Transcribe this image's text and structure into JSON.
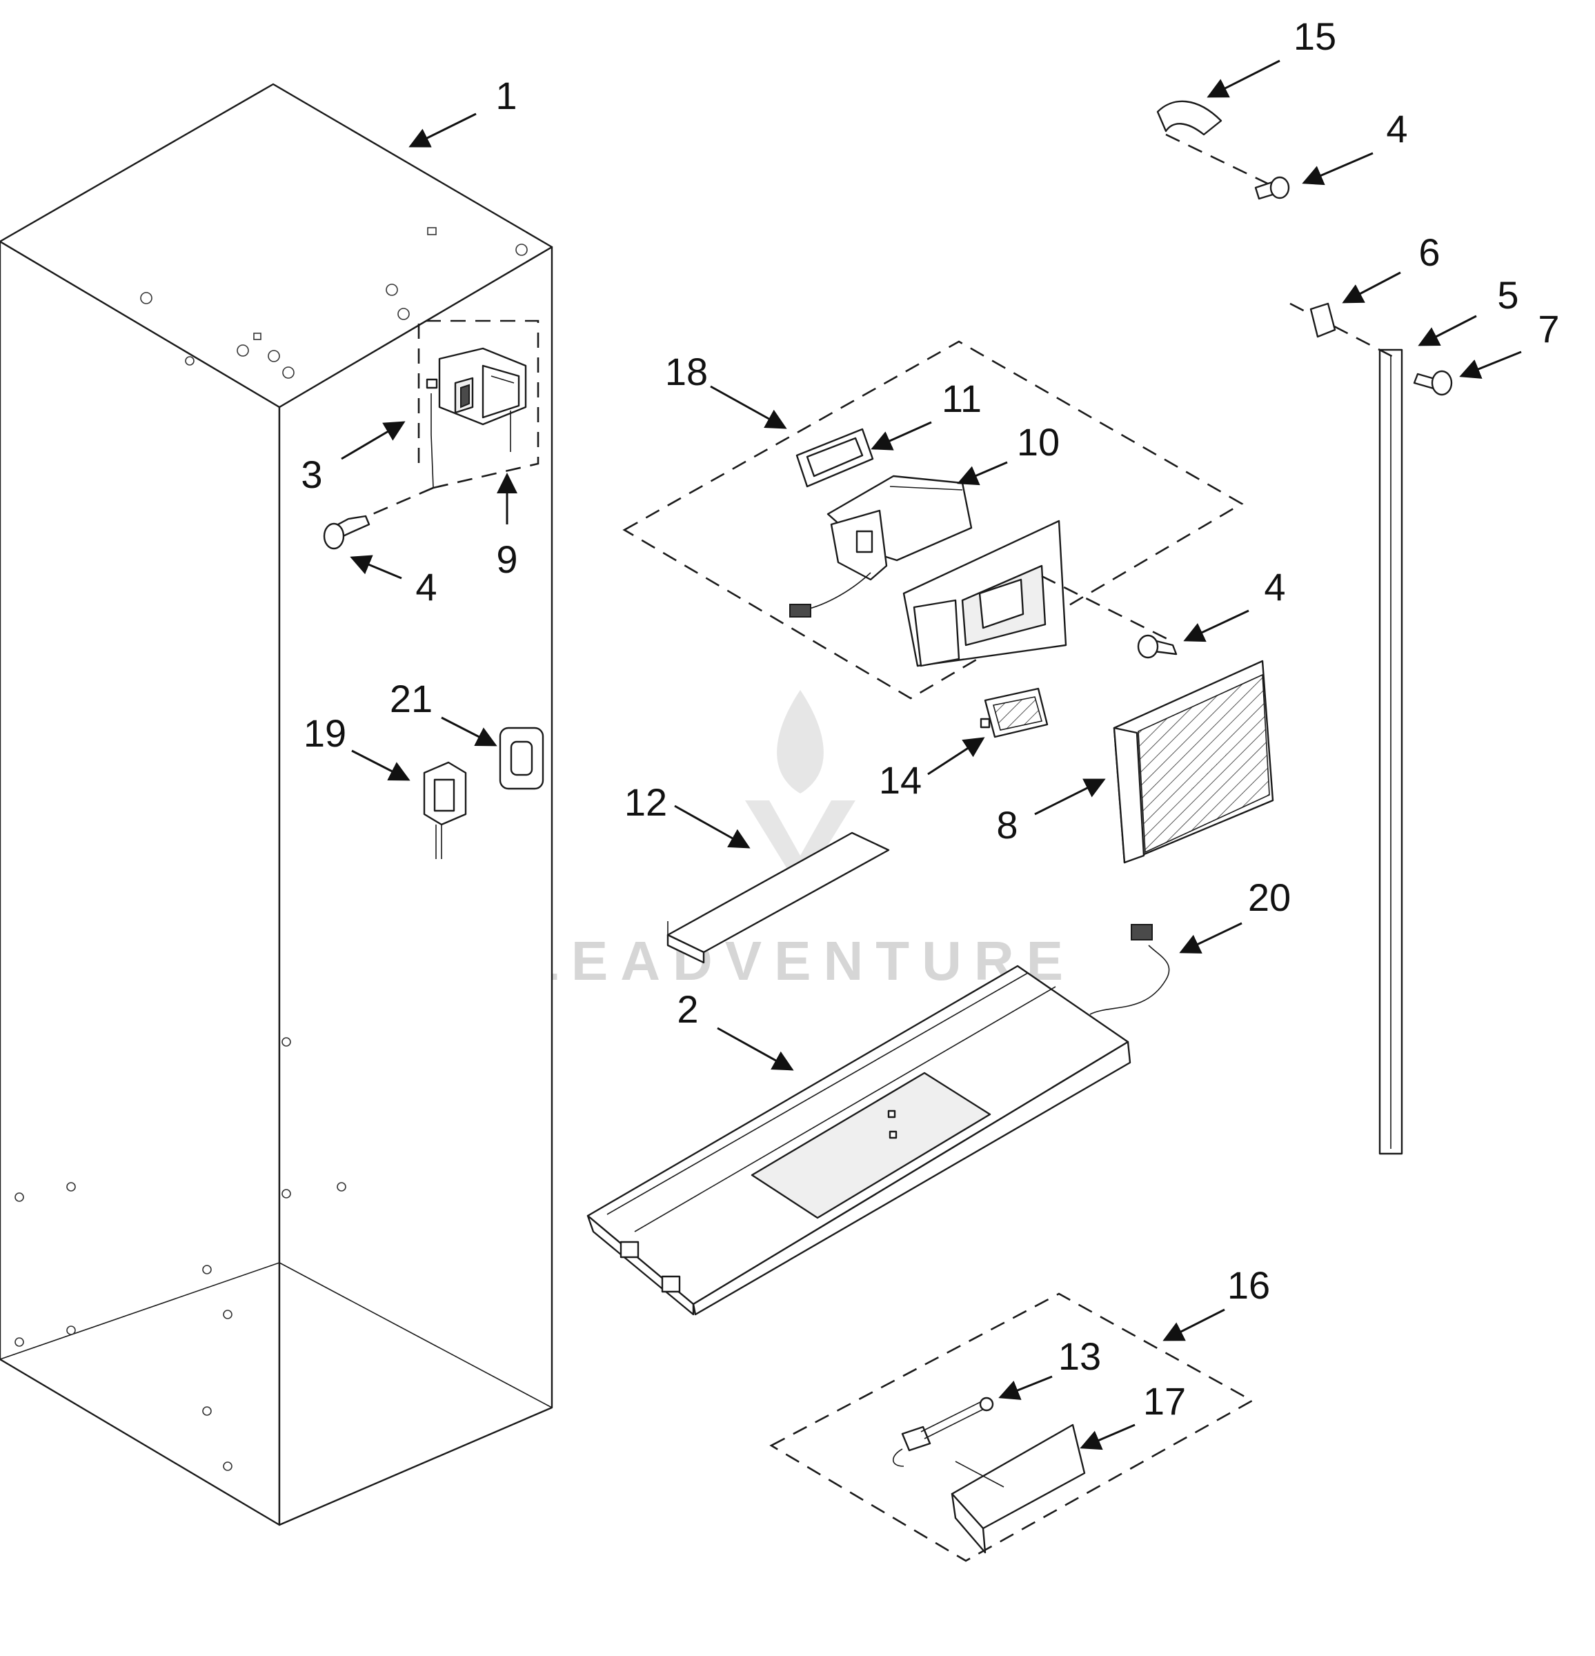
{
  "watermark": {
    "text": "LEADVENTURE"
  },
  "callouts": [
    {
      "label": "1"
    },
    {
      "label": "15"
    },
    {
      "label": "4"
    },
    {
      "label": "6"
    },
    {
      "label": "5"
    },
    {
      "label": "7"
    },
    {
      "label": "18"
    },
    {
      "label": "11"
    },
    {
      "label": "10"
    },
    {
      "label": "3"
    },
    {
      "label": "9"
    },
    {
      "label": "4"
    },
    {
      "label": "4"
    },
    {
      "label": "21"
    },
    {
      "label": "19"
    },
    {
      "label": "14"
    },
    {
      "label": "8"
    },
    {
      "label": "12"
    },
    {
      "label": "20"
    },
    {
      "label": "2"
    },
    {
      "label": "16"
    },
    {
      "label": "13"
    },
    {
      "label": "17"
    }
  ]
}
